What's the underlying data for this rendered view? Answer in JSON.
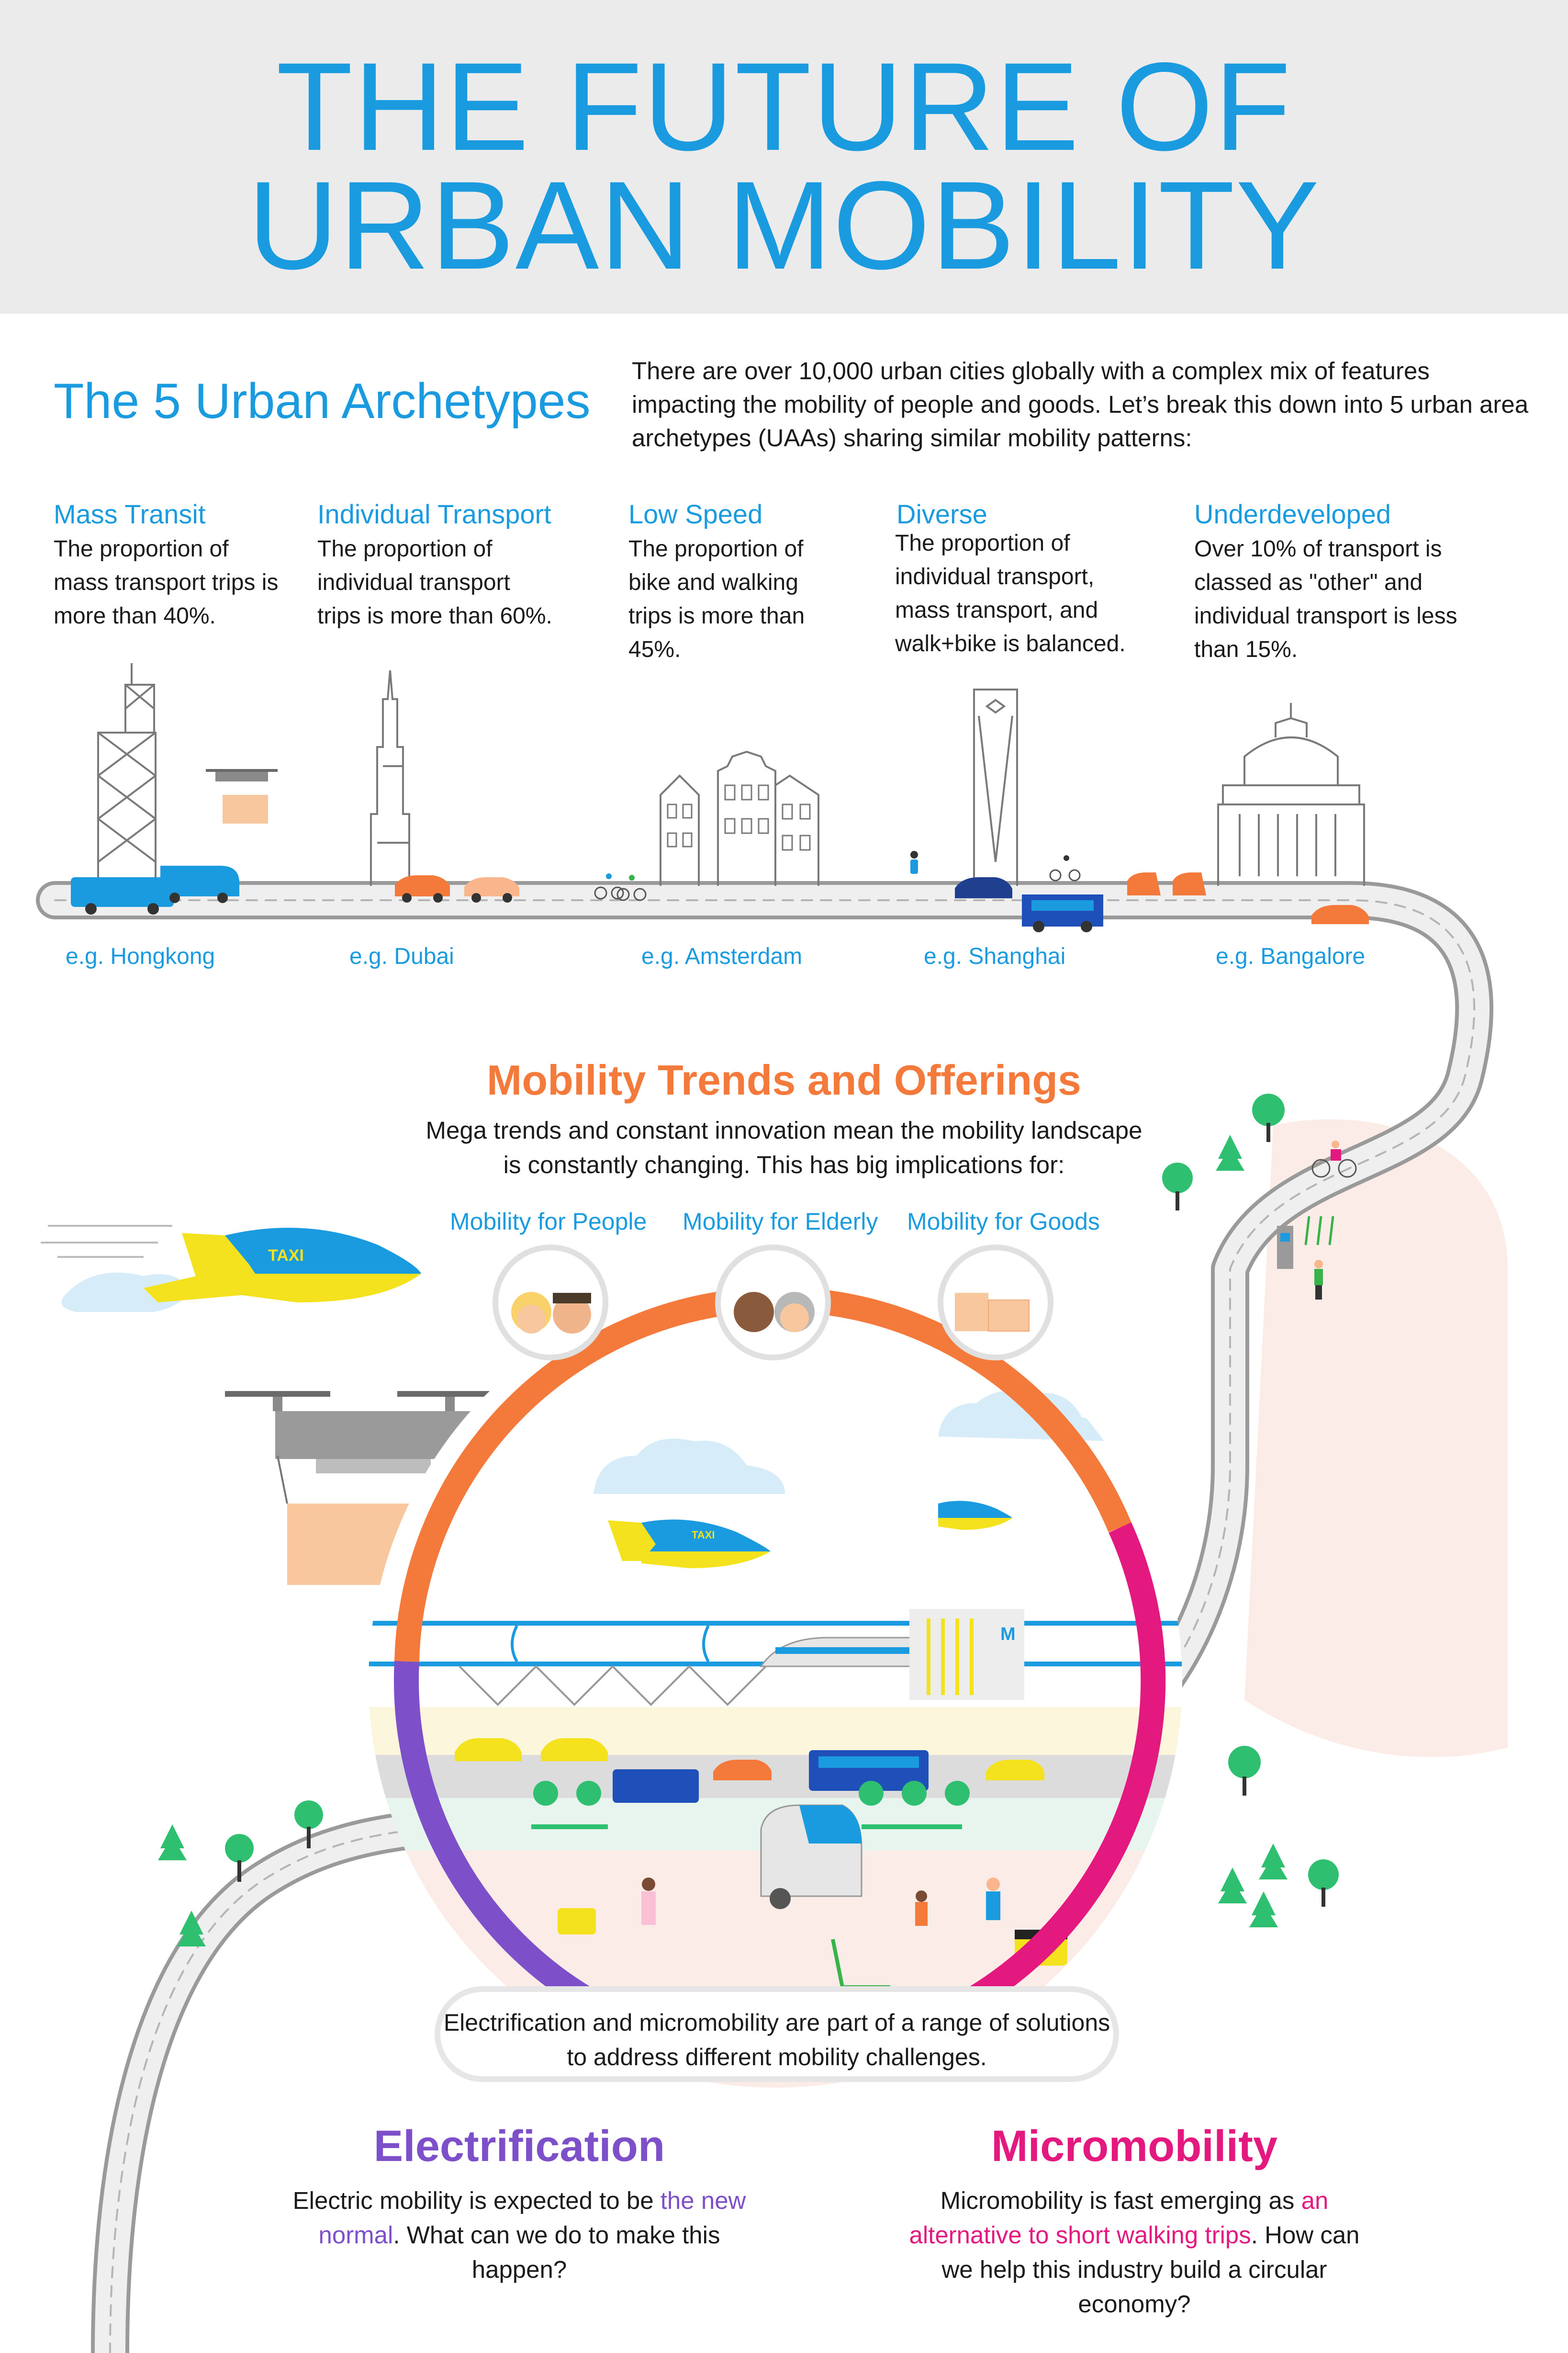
{
  "header": {
    "title_line1": "THE FUTURE OF",
    "title_line2": "URBAN MOBILITY"
  },
  "archetypes": {
    "heading": "The 5 Urban Archetypes",
    "intro": "There are over 10,000 urban cities globally with a complex mix of features impacting the mobility of people and goods. Let’s break this down into 5 urban area archetypes (UAAs) sharing similar mobility patterns:",
    "items": [
      {
        "name": "Mass Transit",
        "description": "The proportion of mass transport trips is more than 40%.",
        "example": "e.g. Hongkong"
      },
      {
        "name": "Individual Transport",
        "description": "The proportion of individual transport trips is more than 60%.",
        "example": "e.g. Dubai"
      },
      {
        "name": "Low Speed",
        "description": "The proportion of bike and walking trips is more than 45%.",
        "example": "e.g. Amsterdam"
      },
      {
        "name": "Diverse",
        "description": "The proportion of individual transport, mass transport, and walk+bike is balanced.",
        "example": "e.g. Shanghai"
      },
      {
        "name": "Underdeveloped",
        "description": "Over 10% of transport is classed as \"other\" and individual transport is less than 15%.",
        "example": "e.g. Bangalore"
      }
    ]
  },
  "trends": {
    "heading": "Mobility Trends and Offerings",
    "intro": "Mega trends and constant innovation mean the mobility landscape is constantly changing. This has big implications for:",
    "categories": [
      "Mobility for People",
      "Mobility for Elderly",
      "Mobility for Goods"
    ]
  },
  "illustration": {
    "taxi_label": "TAXI",
    "metro_label": "M"
  },
  "callout": {
    "text": "Electrification and micromobility are part of a range of solutions to address different mobility challenges."
  },
  "electrification": {
    "heading": "Electrification",
    "body_before": "Electric mobility is expected to be ",
    "body_highlight": "the new normal",
    "body_after": ". What can we do to make this happen?"
  },
  "micromobility": {
    "heading": "Micromobility",
    "body_before": "Micromobility is fast emerging as ",
    "body_highlight": "an alternative to short walking trips",
    "body_after": ". How can we help this industry build a circular economy?"
  },
  "colors": {
    "blue": "#1a9bdf",
    "orange": "#f47a3c",
    "purple": "#7d4fc9",
    "pink": "#e3197f",
    "yellow": "#f5e21f"
  }
}
